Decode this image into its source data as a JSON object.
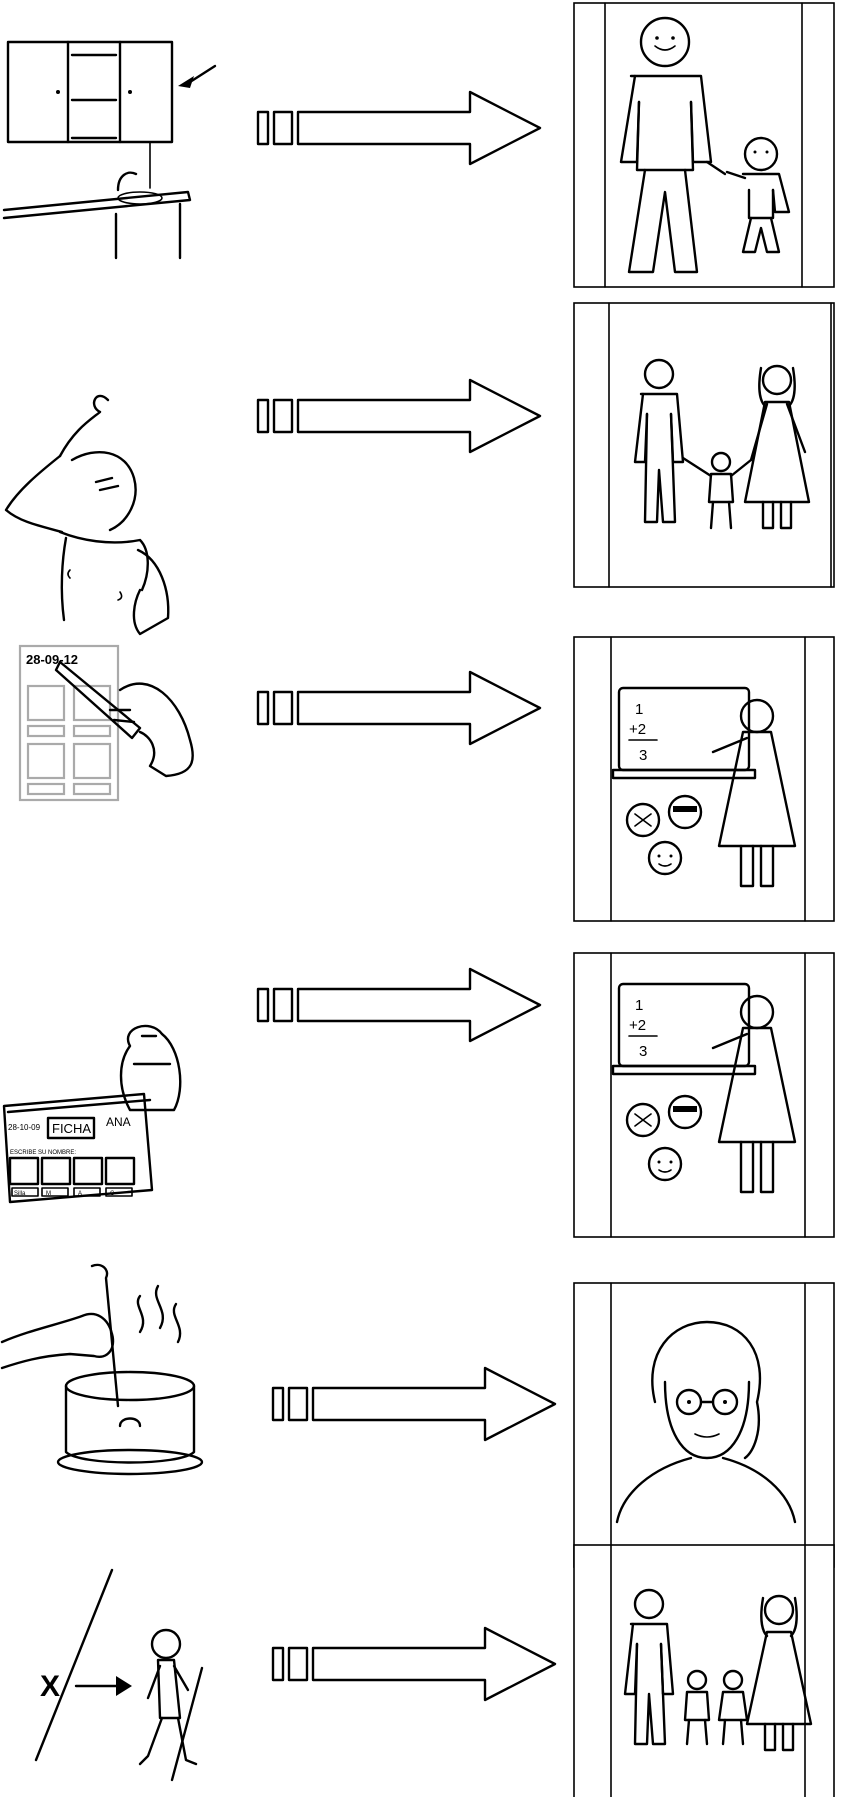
{
  "rows": [
    {
      "action": "kitchen-cupboard-fetch",
      "target": "father-with-child"
    },
    {
      "action": "take-off-shirt",
      "target": "family-parents-and-child"
    },
    {
      "action": "fill-in-worksheet",
      "target": "teacher-at-blackboard-with-students",
      "worksheet": {
        "date": "28-09-12"
      },
      "blackboard": {
        "n1": "1",
        "n2": "+2",
        "n3": "3"
      }
    },
    {
      "action": "put-worksheet-in-backpack",
      "target": "teacher-at-blackboard-with-students",
      "worksheet": {
        "date": "28-10-09",
        "heading": "FICHA",
        "name": "ANA",
        "instruction": "ESCRIBE SU NOMBRE:",
        "labels": [
          "Silla",
          "M",
          "A",
          "C"
        ]
      },
      "blackboard": {
        "n1": "1",
        "n2": "+2",
        "n3": "3"
      }
    },
    {
      "action": "cook-stir-pot",
      "target": "grandmother"
    },
    {
      "action": "walk-to-place",
      "target": "family-parents-and-two-children",
      "symbol": {
        "x": "X"
      }
    }
  ],
  "arrow_icon": "double-bar-arrow-icon"
}
